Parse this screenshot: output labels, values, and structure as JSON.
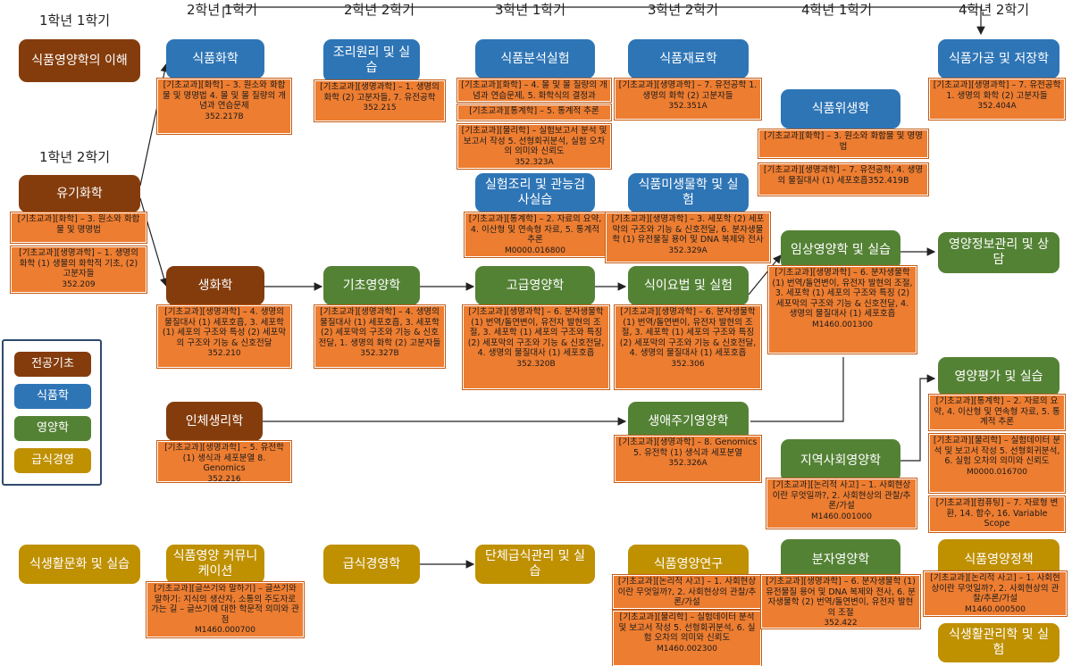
{
  "semesters": {
    "y1s1": "1학년 1학기",
    "y1s2": "1학년 2학기",
    "y2s1": "2학년 1학기",
    "y2s2": "2학년 2학기",
    "y3s1": "3학년 1학기",
    "y3s2": "3학년 2학기",
    "y4s1": "4학년 1학기",
    "y4s2": "4학년 2학기"
  },
  "legend": {
    "major_basic": "전공기초",
    "food_science": "식품학",
    "nutrition": "영양학",
    "foodservice": "급식경영"
  },
  "colors": {
    "major_basic": "#843c0c",
    "food_science": "#2e75b6",
    "nutrition": "#548235",
    "foodservice": "#bf9000",
    "prereq": "#ed7d31"
  },
  "courses": {
    "food_nutrition_intro": "식품영양학의 이해",
    "organic_chem": "유기화학",
    "food_chem": "식품화학",
    "cooking_principles": "조리원리 및 실습",
    "food_analysis": "식품분석실험",
    "food_materials": "식품재료학",
    "food_processing": "식품가공 및 저장학",
    "food_hygiene": "식품위생학",
    "experimental_cooking": "실험조리 및 관능검사실습",
    "food_microbiology": "식품미생물학 및 실험",
    "biochemistry": "생화학",
    "basic_nutrition": "기초영양학",
    "advanced_nutrition": "고급영양학",
    "diet_therapy": "식이요법 및 실험",
    "clinical_nutrition": "임상영양학 및 실습",
    "nutrition_info": "영양정보관리 및 상담",
    "human_physiology": "인체생리학",
    "lifecycle_nutrition": "생애주기영양학",
    "nutrition_assessment": "영양평가 및 실습",
    "community_nutrition": "지역사회영양학",
    "dietary_culture": "식생활문화 및 실습",
    "food_communication": "식품영양 커뮤니케이션",
    "foodservice_mgmt": "급식경영학",
    "group_foodservice": "단체급식관리 및 실습",
    "food_research": "식품영양연구",
    "molecular_nutrition": "분자영양학",
    "nutrition_policy": "식품영양정책",
    "dietary_management": "식생활관리학 및 실험"
  },
  "notes": {
    "food_chem_pre": {
      "text": "[기초교과][화학] – 3. 원소와 화합물 및 명명법 4. 몰 및 몰 질량의 개념과 연습문제",
      "code": "352.217B"
    },
    "cooking_pre": {
      "text": "[기초교과][생명과학] – 1. 생명의 화학 (2) 고분자들, 7. 유전공학",
      "code": "352.215"
    },
    "food_analysis_pre1": {
      "text": "[기초교과][화학] – 4. 몰 및 몰 질량의 개념과 연습문제, 5. 화학식의 결정과",
      "code": ""
    },
    "food_analysis_pre2": {
      "text": "[기초교과][통계학] – 5. 통계적 추론",
      "code": ""
    },
    "food_analysis_pre3": {
      "text": "[기초교과][물리학] – 실험보고서 분석 및 보고서 작성 5. 선형회귀분석, 실험 오차의 의미와 신뢰도",
      "code": "352.323A"
    },
    "food_materials_pre": {
      "text": "[기초교과][생명과학] – 7. 유전공학 1. 생명의 화학 (2) 고분자들",
      "code": "352.351A"
    },
    "food_processing_pre": {
      "text": "[기초교과][생명과학] – 7. 유전공학 1. 생명의 화학 (2) 고분자들",
      "code": "352.404A"
    },
    "food_hygiene_pre1": {
      "text": "[기초교과][화학] – 3. 원소와 화합물 및 명명법",
      "code": ""
    },
    "food_hygiene_pre2": {
      "text": "[기초교과][생명과학] – 7. 유전공학, 4. 생명의 물질대사 (1) 세포호흡352.419B",
      "code": ""
    },
    "organic_chem_pre1": {
      "text": "[기초교과][화학] – 3. 원소와 화합물 및 명명법",
      "code": ""
    },
    "organic_chem_pre2": {
      "text": "[기초교과][생명과학] – 1. 생명의 화학 (1) 생물의 화학적 기초, (2) 고분자들",
      "code": "352.209"
    },
    "exp_cooking_pre": {
      "text": "[기초교과][통계학] – 2. 자료의 요약, 4. 이산형 및 연속형 자료, 5. 통계적 추론",
      "code": "M0000.016800"
    },
    "microbiology_pre": {
      "text": "[기초교과][생명과학] – 3. 세포학 (2) 세포막의 구조와 기능 & 신호전달, 6. 분자생물학 (1) 유전물질 용어 및 DNA 복제와 전사",
      "code": "352.329A"
    },
    "biochemistry_pre": {
      "text": "[기초교과][생명과학] – 4. 생명의 물질대사 (1) 세포호흡, 3. 세포학 (1) 세포의 구조와 특성 (2) 세포막의 구조와 기능 & 신호전달",
      "code": "352.210"
    },
    "basic_nutrition_pre": {
      "text": "[기초교과][생명과학] – 4. 생명의 물질대사 (1) 세포호흡, 3. 세포학 (2) 세포막의 구조와 기능 & 신호전달, 1. 생명의 화학 (2) 고분자들",
      "code": "352.327B"
    },
    "advanced_nutrition_pre": {
      "text": "[기초교과][생명과학] – 6. 분자생물학 (1) 번역/돌연변이, 유전자 발현의 조절, 3. 세포학 (1) 세포의 구조와 특징 (2) 세포막의 구조와 기능 & 신호전달, 4. 생명의 물질대사 (1) 세포호흡",
      "code": "352.320B"
    },
    "diet_therapy_pre": {
      "text": "[기초교과][생명과학] – 6. 분자생물학 (1) 번역/돌연변이, 유전자 발현의 조절, 3. 세포학 (1) 세포의 구조와 특징 (2) 세포막의 구조와 기능 & 신호전달, 4. 생명의 물질대사 (1) 세포호흡",
      "code": "352.306"
    },
    "clinical_pre": {
      "text": "[기초교과][생명과학] – 6. 분자생물학 (1) 번역/돌연변이, 유전자 발현의 조절, 3. 세포학 (1) 세포의 구조와 특징 (2) 세포막의 구조와 기능 & 신호전달, 4. 생명의 물질대사 (1) 세포호흡",
      "code": "M1460.001300"
    },
    "physiology_pre": {
      "text": "[기초교과][생명과학] – 5. 유전학 (1) 생식과 세포분열 8. Genomics",
      "code": "352.216"
    },
    "lifecycle_pre": {
      "text": "[기초교과][생명과학] – 8. Genomics 5. 유전학 (1) 생식과 세포분열",
      "code": "352.326A"
    },
    "assessment_pre1": {
      "text": "[기초교과][통계학] – 2. 자료의 요약, 4. 이산형 및 연속형 자료, 5. 통계적 추론",
      "code": ""
    },
    "assessment_pre2": {
      "text": "[기초교과][물리학] – 실험데이터 분석 및 보고서 작성 5. 선형회귀분석, 6. 실험 오차의 의미와 신뢰도",
      "code": "M0000.016700"
    },
    "assessment_pre3": {
      "text": "[기초교과][컴퓨팅] – 7. 자료형 변환, 14. 함수, 16. Variable Scope",
      "code": ""
    },
    "community_pre": {
      "text": "[기초교과][논리적 사고] – 1. 사회현상이란 무엇일까?, 2. 사회현상의 관찰/추론/가설",
      "code": "M1460.001000"
    },
    "communication_pre": {
      "text": "[기초교과][글쓰기와 말하기] – 글쓰기와 말하기: 지식의 생산자, 소통의 주도자로 가는 길 – 글쓰기에 대한 학문적 의미와 관점",
      "code": "M1460.000700"
    },
    "research_pre1": {
      "text": "[기초교과][논리적 사고] – 1. 사회현상이란 무엇일까?, 2. 사회현상의 관찰/추론/가설",
      "code": ""
    },
    "research_pre2": {
      "text": "[기초교과][물리학] – 실험데이터 분석 및 보고서 작성 5. 선형회귀분석, 6. 실험 오차의 의미와 신뢰도",
      "code": "M1460.002300"
    },
    "molecular_pre": {
      "text": "[기초교과][생명과학] – 6. 분자생물학 (1) 유전물질 용어 및 DNA 복제와 전사, 6. 분자생물학 (2) 번역/돌연변이, 유전자 발현의 조절",
      "code": "352.422"
    },
    "policy_pre": {
      "text": "[기초교과][논리적 사고] – 1. 사회현상이란 무엇일까?, 2. 사회현상의 관찰/추론/가설",
      "code": "M1460.000500"
    }
  }
}
